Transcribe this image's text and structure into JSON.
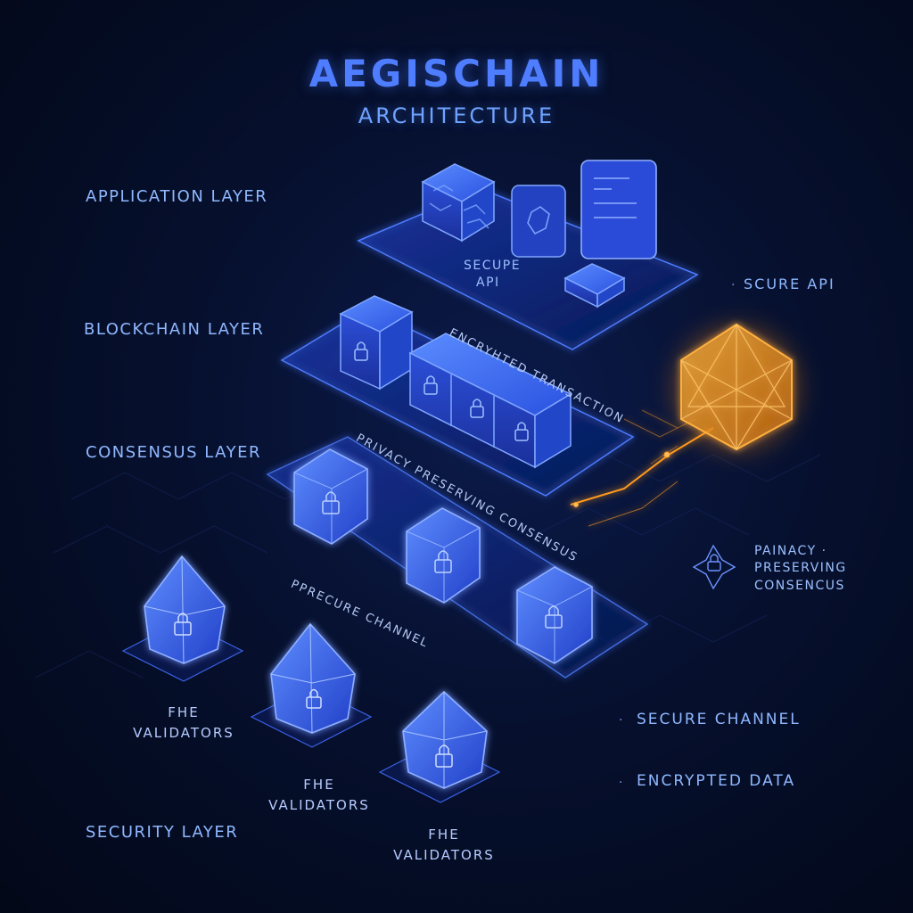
{
  "header": {
    "title": "AEGISCHAIN",
    "subtitle": "ARCHITECTURE"
  },
  "layers": {
    "application": "APPLICATION LAYER",
    "blockchain": "BLOCKCHAIN LAYER",
    "consensus": "CONSENSUS LAYER",
    "security": "SECURITY LAYER"
  },
  "platform_labels": {
    "secure_api": [
      "SECUPE",
      "API"
    ],
    "encrypted_transaction": "ENCRYHTED TRANSACTION",
    "privacy_consensus": "PRIVACY PRESERVING CONSENSUS",
    "secure_channel": "PPRECURE CHANNEL"
  },
  "validators": [
    {
      "line1": "FHE",
      "line2": "VALIDATORS"
    },
    {
      "line1": "FHE",
      "line2": "VALIDATORS"
    },
    {
      "line1": "FHE",
      "line2": "VALIDATORS"
    }
  ],
  "legend": {
    "bullet": "·",
    "scure_api": "SCURE API",
    "privacy": {
      "line1": "PAINACY ·",
      "line2": "PRESERVING",
      "line3": "CONSENCUS"
    },
    "secure_channel": "SECURE  CHANNEL",
    "encrypted_data": "ENCRYPTED DATA"
  },
  "colors": {
    "background": "#06102e",
    "accent_blue": "#3b6dff",
    "glow_orange": "#ff9a1f",
    "text_blue": "#8fb8ff"
  }
}
